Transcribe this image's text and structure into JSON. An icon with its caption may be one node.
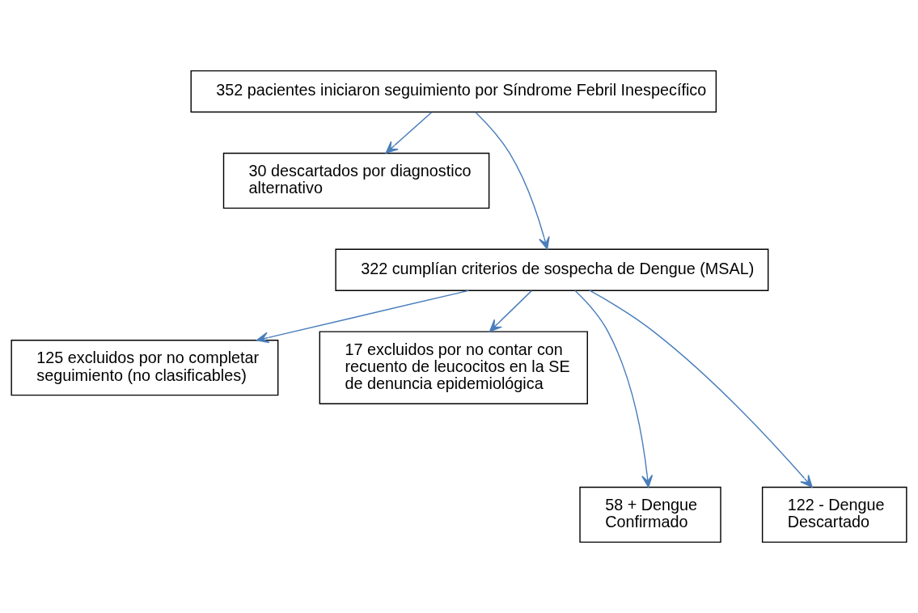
{
  "diagram": {
    "nodes": [
      {
        "text": [
          "352 pacientes iniciaron seguimiento por Síndrome Febril Inespecífico"
        ]
      },
      {
        "text": [
          "30 descartados por diagnostico alternativo"
        ]
      },
      {
        "text": [
          "322 cumplían criterios de sospecha de Dengue (MSAL)"
        ]
      },
      {
        "text": [
          "125 excluidos por no completar seguimiento (no clasificables)"
        ]
      },
      {
        "text": [
          "17 excluidos por no contar con recuento de leucocitos en la SE de denuncia epidemiológica"
        ]
      },
      {
        "text": [
          "58 + Dengue Confirmado"
        ]
      },
      {
        "text": [
          "122 - Dengue Descartado"
        ]
      }
    ],
    "edges": [
      {
        "from": 0,
        "to": 1,
        "arrow": "to"
      },
      {
        "from": 0,
        "to": 2,
        "arrow": "to"
      },
      {
        "from": 2,
        "to": 3,
        "arrow": "to"
      },
      {
        "from": 2,
        "to": 4,
        "arrow": "to"
      },
      {
        "from": 2,
        "to": 5,
        "arrow": "to"
      },
      {
        "from": 2,
        "to": 6,
        "arrow": "to"
      }
    ]
  }
}
